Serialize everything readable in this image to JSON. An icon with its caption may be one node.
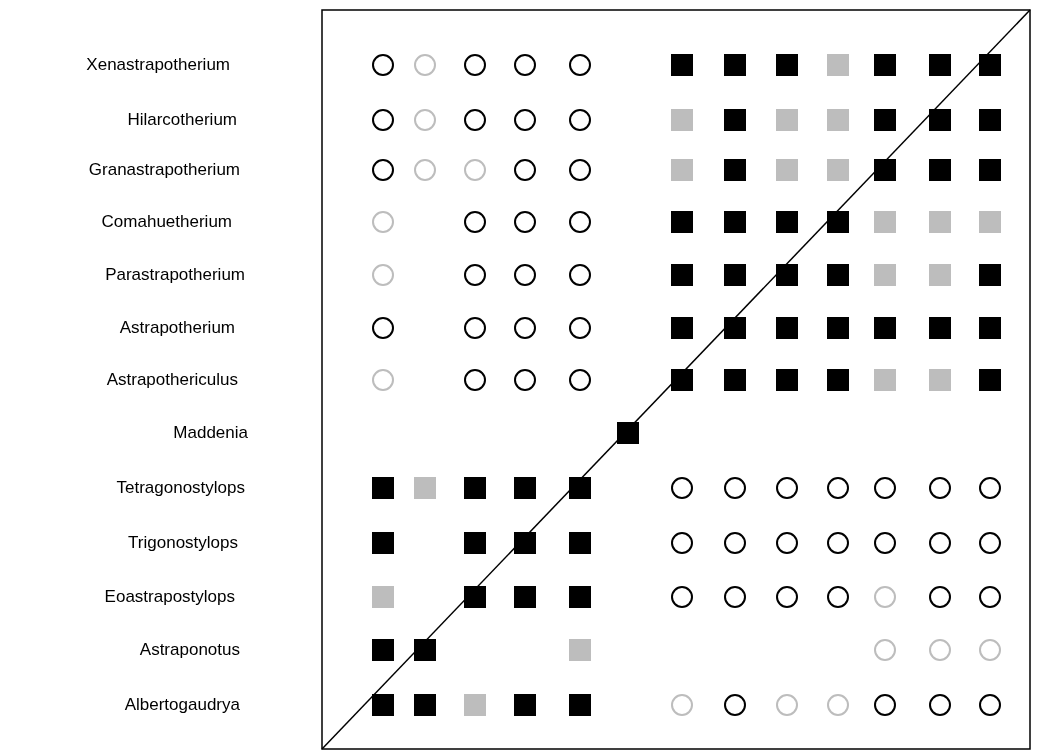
{
  "diagram": {
    "labels": [
      "Xenastrapotherium",
      "Hilarcotherium",
      "Granastrapotherium",
      "Comahuetherium",
      "Parastrapotherium",
      "Astrapotherium",
      "Astrapothericulus",
      "Maddenia",
      "Tetragonostylops",
      "Trigonostylops",
      "Eoastrapostylops",
      "Astraponotus",
      "Albertogaudrya"
    ]
  }
}
